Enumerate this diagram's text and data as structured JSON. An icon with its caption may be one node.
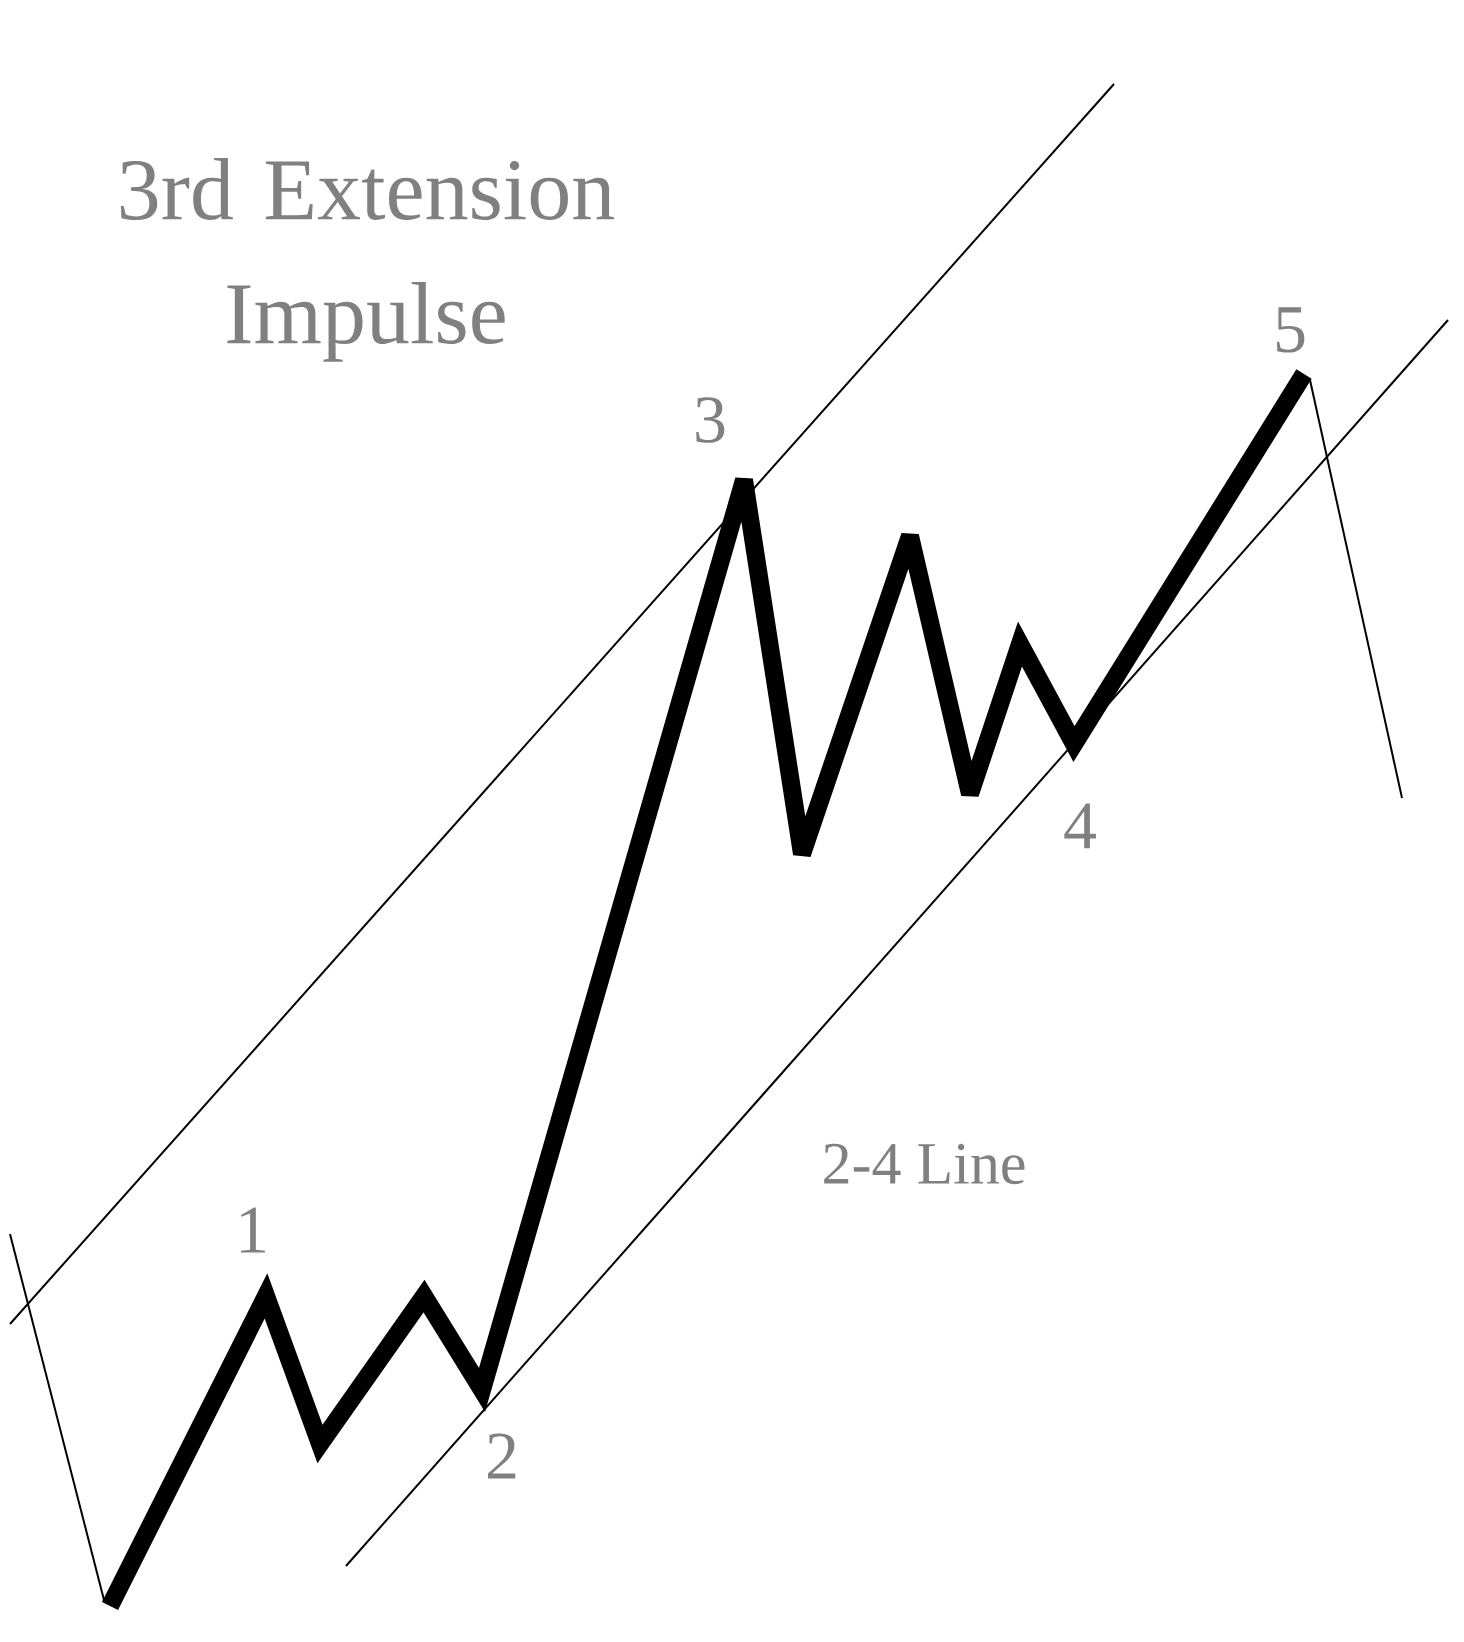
{
  "diagram": {
    "title": "3rd Extension Impulse",
    "labels": [
      "1",
      "2",
      "3",
      "4",
      "5",
      "2-4 Line"
    ]
  }
}
